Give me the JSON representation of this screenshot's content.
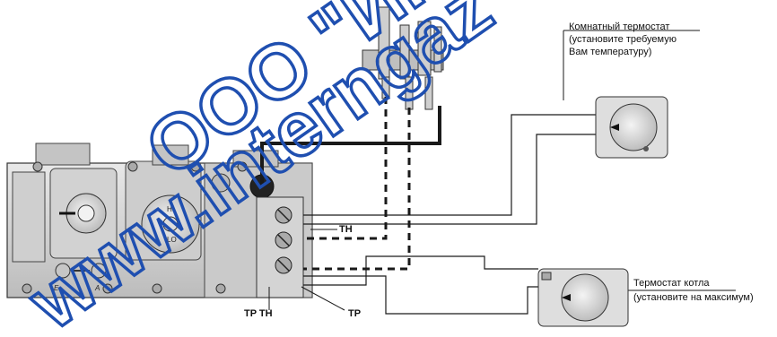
{
  "labels": {
    "room_thermostat_title": "Комнатный термостат",
    "room_thermostat_line2": "(установите требуемую",
    "room_thermostat_line3": "Вам температуру)",
    "boiler_thermostat_title": "Термостат котла",
    "boiler_thermostat_line2": "(установите на максимум)",
    "terminal_th": "TH",
    "terminal_tp_th": "TP TH",
    "terminal_tp": "TP"
  },
  "valve_marks": {
    "letter_e": "E",
    "letter_a": "A",
    "knob_hi": "HI",
    "knob_lo": "LO"
  },
  "watermark": {
    "line1": "ООО \"ИНТЕ",
    "line2": "www.interngaz"
  },
  "colors": {
    "watermark": "#1f4fb0",
    "line": "#1a1a1a",
    "device_fill": "#d8d8d8"
  }
}
